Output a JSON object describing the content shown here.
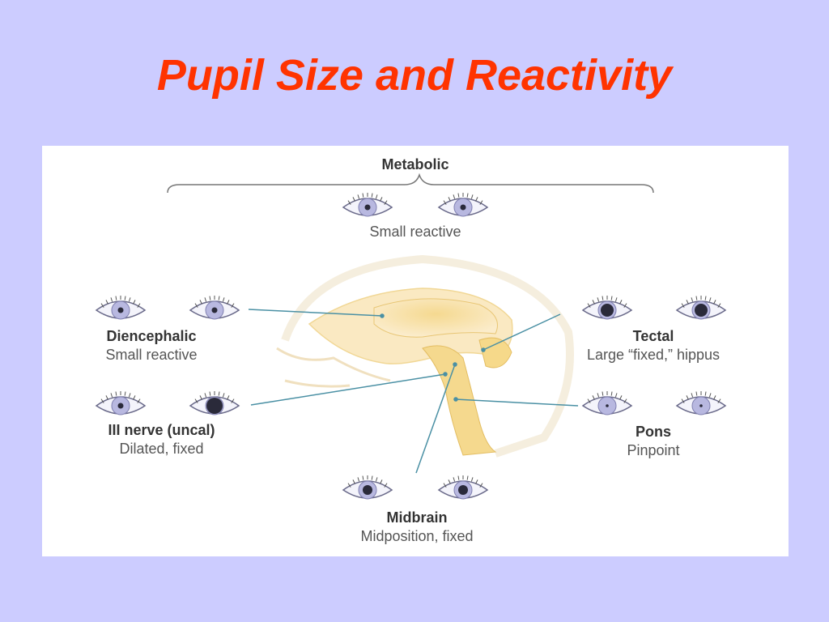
{
  "title": "Pupil Size and Reactivity",
  "colors": {
    "title": "#ff3300",
    "background": "#ccccff",
    "panel": "#ffffff",
    "pointer": "#4a90a4",
    "iris": "#b8b8e0",
    "pupil": "#2a2a3a"
  },
  "groups": {
    "metabolic": {
      "name": "Metabolic",
      "desc": "Small reactive",
      "pupil": "small"
    },
    "diencephalic": {
      "name": "Diencephalic",
      "desc": "Small reactive",
      "pupil": "small"
    },
    "tectal": {
      "name": "Tectal",
      "desc": "Large “fixed,” hippus",
      "pupil": "large"
    },
    "third_nerve": {
      "name": "III nerve (uncal)",
      "desc": "Dilated, fixed",
      "pupil": "one-dilated"
    },
    "pons": {
      "name": "Pons",
      "desc": "Pinpoint",
      "pupil": "pinpoint"
    },
    "midbrain": {
      "name": "Midbrain",
      "desc": "Midposition, fixed",
      "pupil": "mid"
    }
  }
}
